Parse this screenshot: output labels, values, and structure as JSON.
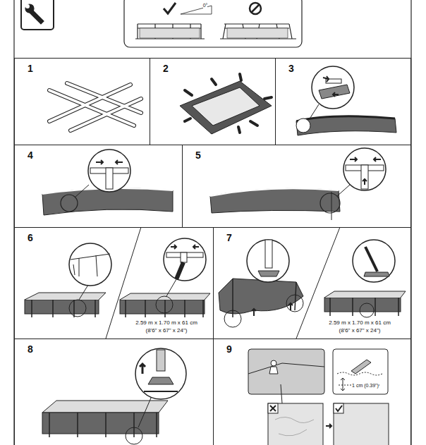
{
  "diagram": {
    "nodes": [
      {
        "text": [
          "1"
        ]
      },
      {
        "text": [
          "2"
        ]
      },
      {
        "text": [
          "3"
        ]
      },
      {
        "text": [
          "4"
        ]
      },
      {
        "text": [
          "5"
        ]
      },
      {
        "text": [
          "6"
        ]
      },
      {
        "text": [
          "7"
        ]
      },
      {
        "text": [
          "8"
        ]
      },
      {
        "text": [
          "9"
        ]
      }
    ],
    "labels": [
      "0°",
      "2.59 m x 1.70 m x 61 cm",
      "(8'6\" x 67\" x 24\")",
      "2.59 m x 1.70 m x 61 cm",
      "(8'6\" x 67\" x 24\")",
      "1 cm (0.39\")"
    ]
  }
}
